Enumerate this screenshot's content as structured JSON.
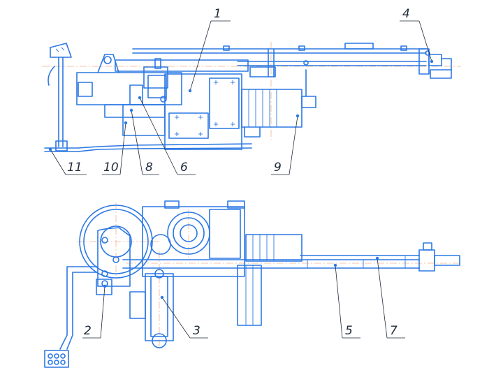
{
  "callouts": {
    "c1": "1",
    "c2": "2",
    "c3": "3",
    "c4": "4",
    "c5": "5",
    "c6": "6",
    "c7": "7",
    "c8": "8",
    "c9": "9",
    "c10": "10",
    "c11": "11"
  },
  "colors": {
    "line": "#2b78e4",
    "centerline": "#f2b48c",
    "leader": "#1e2a3a"
  }
}
